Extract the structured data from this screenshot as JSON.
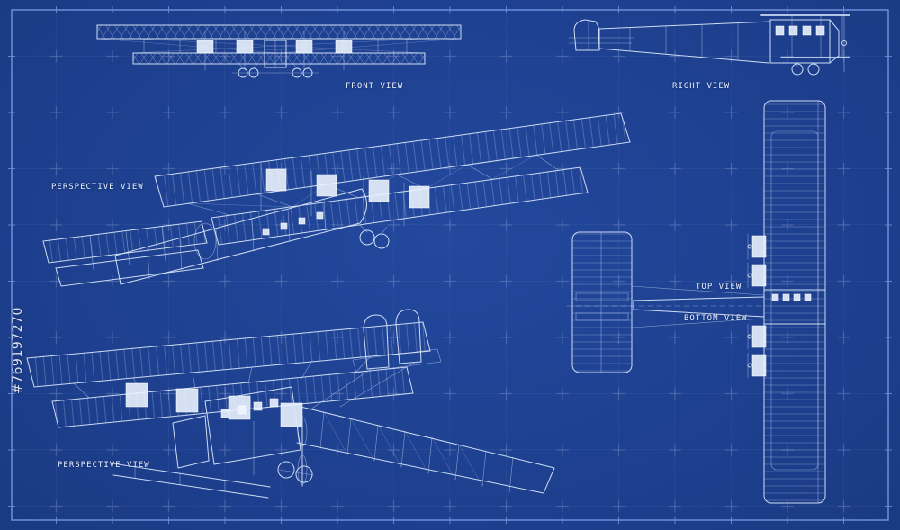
{
  "labels": {
    "front_view": "FRONT VIEW",
    "right_view": "RIGHT VIEW",
    "perspective_view_upper": "PERSPECTIVE VIEW",
    "top_view": "TOP VIEW",
    "bottom_view": "BOTTOM VIEW",
    "perspective_view_lower": "PERSPECTIVE VIEW"
  },
  "watermark": {
    "text": "#769197270"
  },
  "colors": {
    "background": "#1c3d8a",
    "grid": "#9db8ea",
    "frame": "#6d8fd8",
    "line": "#dce9fc",
    "highlight": "#eef6ff",
    "text": "#eaf2ff"
  }
}
